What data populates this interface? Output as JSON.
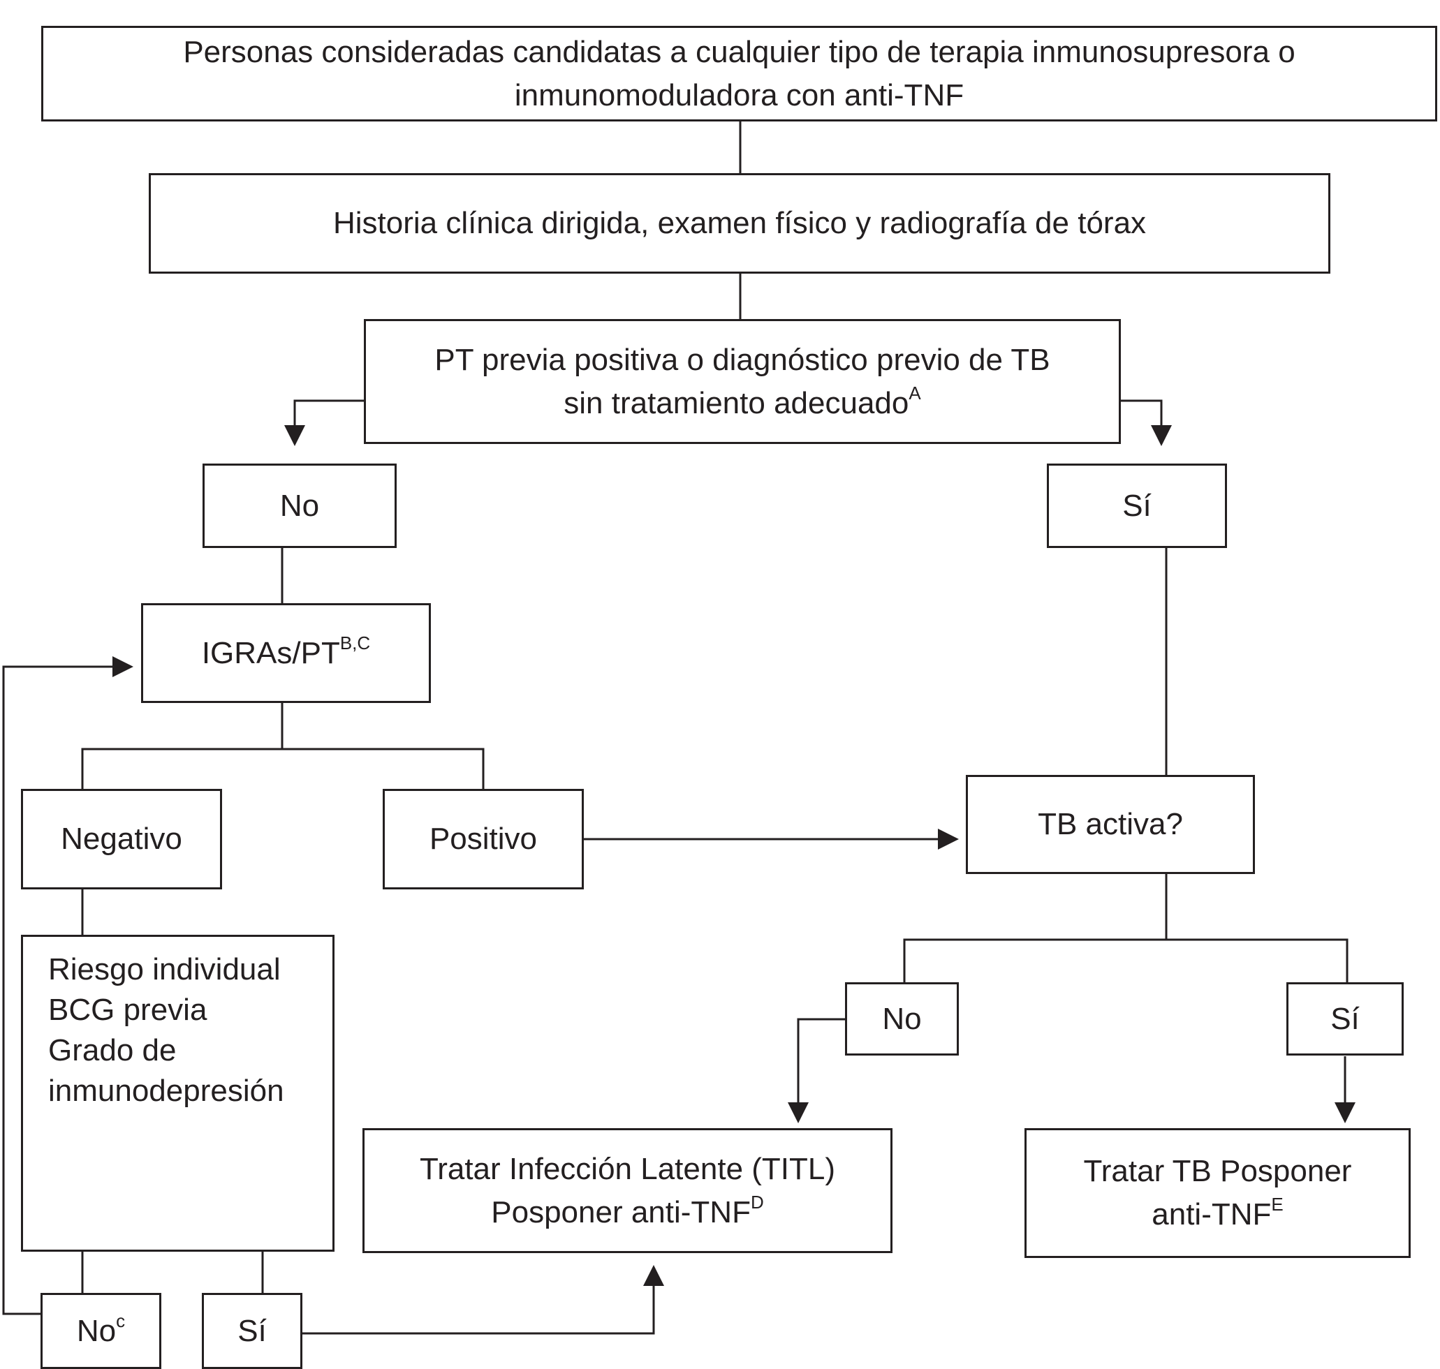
{
  "nodes": {
    "candidates": {
      "line1": "Personas consideradas candidatas a cualquier tipo de terapia inmunosupresora o",
      "line2": "inmunomoduladora con anti-TNF"
    },
    "history": {
      "text": "Historia clínica dirigida, examen físico y radiografía de tórax"
    },
    "prior_test": {
      "line1": "PT previa positiva o diagnóstico previo de TB",
      "line2": "sin tratamiento adecuado",
      "sup": "A"
    },
    "no_top": {
      "text": "No"
    },
    "si_top": {
      "text": "Sí"
    },
    "igras": {
      "text": "IGRAs/PT",
      "sup": "B,C"
    },
    "negativo": {
      "text": "Negativo"
    },
    "positivo": {
      "text": "Positivo"
    },
    "tb_activa": {
      "text": "TB activa?"
    },
    "risk": {
      "lines": [
        "Riesgo individual",
        "BCG previa",
        "Grado de",
        "inmunodepresión"
      ]
    },
    "no_mid": {
      "text": "No"
    },
    "si_mid": {
      "text": "Sí"
    },
    "titl": {
      "line1": "Tratar Infección Latente  (TITL)",
      "line2": "Posponer anti-TNF",
      "sup": "D"
    },
    "tratar_tb": {
      "line1": "Tratar TB Posponer",
      "line2": "anti-TNF",
      "sup": "E"
    },
    "no_bottom": {
      "text": "No",
      "sup": "c"
    },
    "si_bottom": {
      "text": "Sí"
    }
  }
}
